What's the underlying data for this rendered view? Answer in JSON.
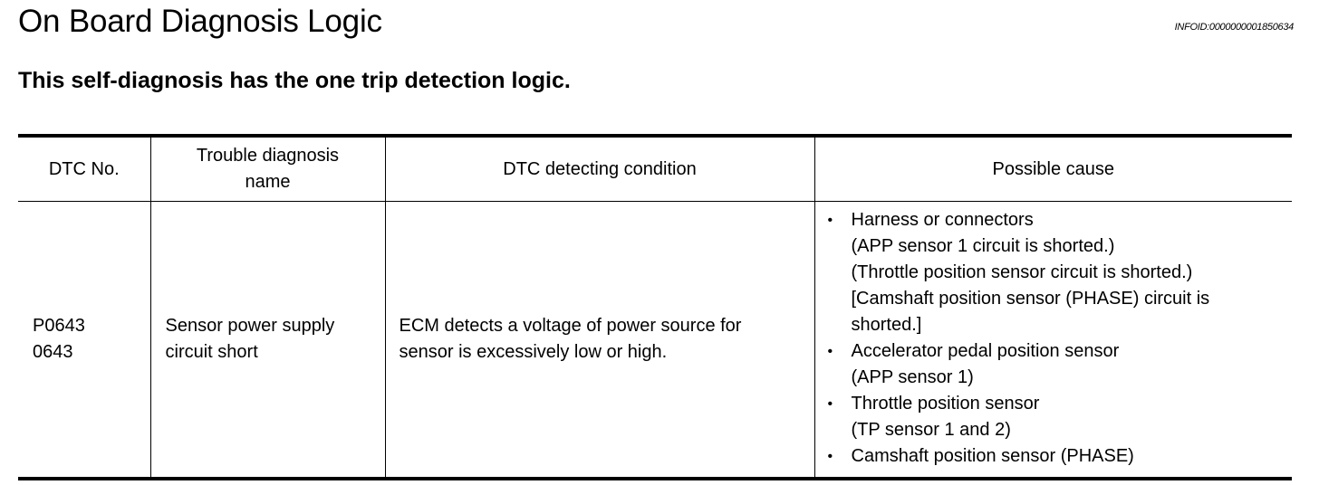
{
  "header": {
    "title": "On Board Diagnosis Logic",
    "info_id": "INFOID:0000000001850634",
    "subtitle": "This self-diagnosis has the one trip detection logic."
  },
  "table": {
    "headers": {
      "dtc_no": "DTC No.",
      "name_line1": "Trouble diagnosis",
      "name_line2": "name",
      "condition": "DTC detecting condition",
      "cause": "Possible cause"
    },
    "row": {
      "dtc_no_1": "P0643",
      "dtc_no_2": "0643",
      "name_line1": "Sensor power supply",
      "name_line2": "circuit short",
      "condition_line1": "ECM detects a voltage of power source for",
      "condition_line2": "sensor is excessively low or high.",
      "bullet": "•",
      "causes": [
        {
          "main": "Harness or connectors",
          "sub1": "(APP sensor 1 circuit is shorted.)",
          "sub2": "(Throttle position sensor circuit is shorted.)",
          "sub3": "[Camshaft position sensor (PHASE) circuit is",
          "sub4": "shorted.]"
        },
        {
          "main": "Accelerator pedal position sensor",
          "sub1": "(APP sensor 1)"
        },
        {
          "main": "Throttle position sensor",
          "sub1": "(TP sensor 1 and 2)"
        },
        {
          "main": "Camshaft position sensor (PHASE)"
        }
      ]
    }
  }
}
